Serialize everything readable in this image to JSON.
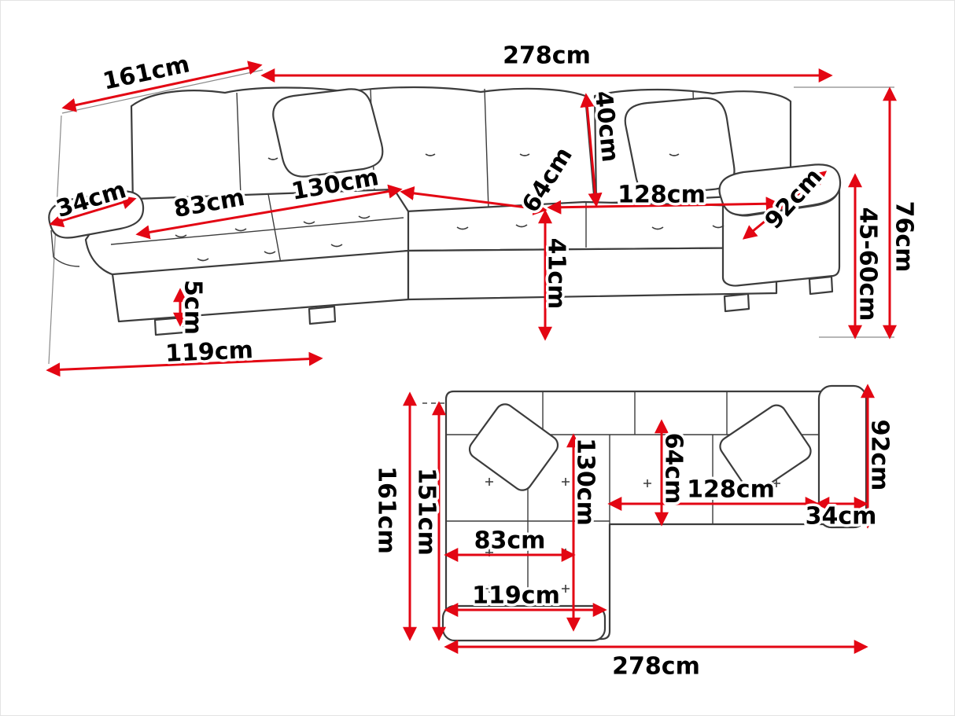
{
  "colors": {
    "dimension_red": "#e30613",
    "outline_dark": "#3c3c3c",
    "background": "#ffffff"
  },
  "front": {
    "d161": "161cm",
    "d278": "278cm",
    "d40": "40cm",
    "d64": "64cm",
    "d128": "128cm",
    "d92": "92cm",
    "d76": "76cm",
    "d45_60": "45-60cm",
    "d34": "34cm",
    "d83": "83cm",
    "d130": "130cm",
    "d41": "41cm",
    "d5": "5cm",
    "d119": "119cm"
  },
  "plan": {
    "d161": "161cm",
    "d151": "151cm",
    "d130": "130cm",
    "d64": "64cm",
    "d83": "83cm",
    "d119": "119cm",
    "d128": "128cm",
    "d34": "34cm",
    "d92": "92cm",
    "d278": "278cm"
  }
}
